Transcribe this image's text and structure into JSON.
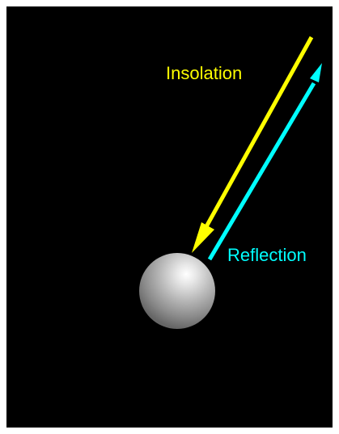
{
  "diagram": {
    "labels": {
      "insolation": "Insolation",
      "reflection": "Reflection"
    },
    "colors": {
      "background": "#000000",
      "insolation": "#ffff00",
      "reflection": "#00ffff",
      "planet": "#b8b8b8"
    },
    "icons": {
      "planet": "sphere",
      "insolation_arrow": "arrow-down-left",
      "reflection_arrow": "arrow-up-right"
    }
  }
}
